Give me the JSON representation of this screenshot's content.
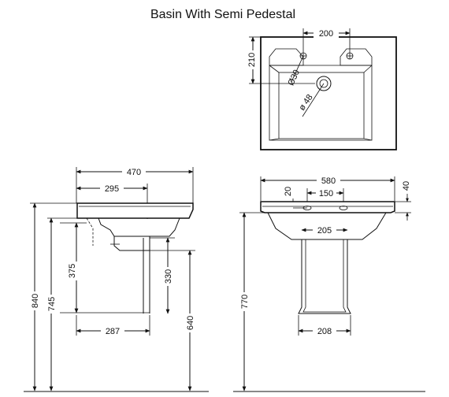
{
  "title": "Basin With Semi Pedestal",
  "top_view": {
    "width": "200",
    "depth": "210",
    "tap_hole": "Ø30",
    "waste": "ø 48"
  },
  "side_view": {
    "overall_depth": "470",
    "to_waste": "295",
    "pedestal_projection": "287",
    "pedestal_height": "375",
    "waste_height": "330",
    "overall_height": "840",
    "top_height": "745",
    "trap_height": "640"
  },
  "front_view": {
    "overall_width": "580",
    "rim": "40",
    "tap_height": "20",
    "tap_centres": "150",
    "pedestal_top_width": "205",
    "pedestal_base_width": "208",
    "overall_height": "770"
  }
}
